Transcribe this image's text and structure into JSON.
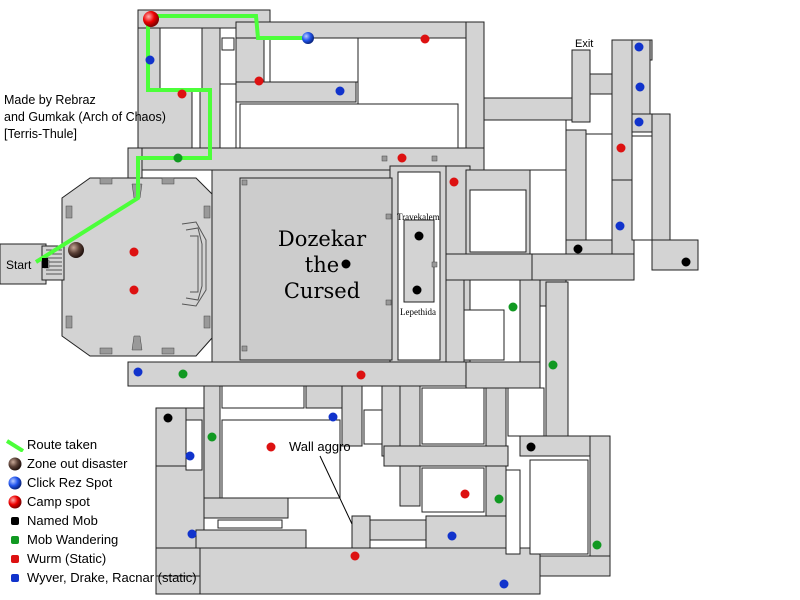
{
  "credits": {
    "line1": "Made by Rebraz",
    "line2": "and Gumkak (Arch of Chaos)",
    "line3": "[Terris-Thule]"
  },
  "rooms": {
    "boss_line1": "Dozekar",
    "boss_line2": "the",
    "boss_line3": "Cursed",
    "travekalem": "Travekalem",
    "lepethida": "Lepethida"
  },
  "markers": {
    "start": "Start",
    "exit": "Exit",
    "wall_aggro": "Wall aggro"
  },
  "legend": {
    "route": "Route taken",
    "zone_out": "Zone out disaster",
    "click_rez": "Click Rez Spot",
    "camp": "Camp spot",
    "named": "Named Mob",
    "wandering": "Mob Wandering",
    "wurm": "Wurm (Static)",
    "wyvern": "Wyver, Drake, Racnar (static)"
  },
  "colors": {
    "floor": "#d3d3d3",
    "wall": "#222222",
    "route": "#4cff3a",
    "wurm": "#dd1111",
    "wyvern": "#1133cc",
    "wandering": "#119922",
    "named": "#000000",
    "camp": "#ee0000",
    "click_rez": "#2255ee",
    "zone_out": "#5a4036"
  }
}
